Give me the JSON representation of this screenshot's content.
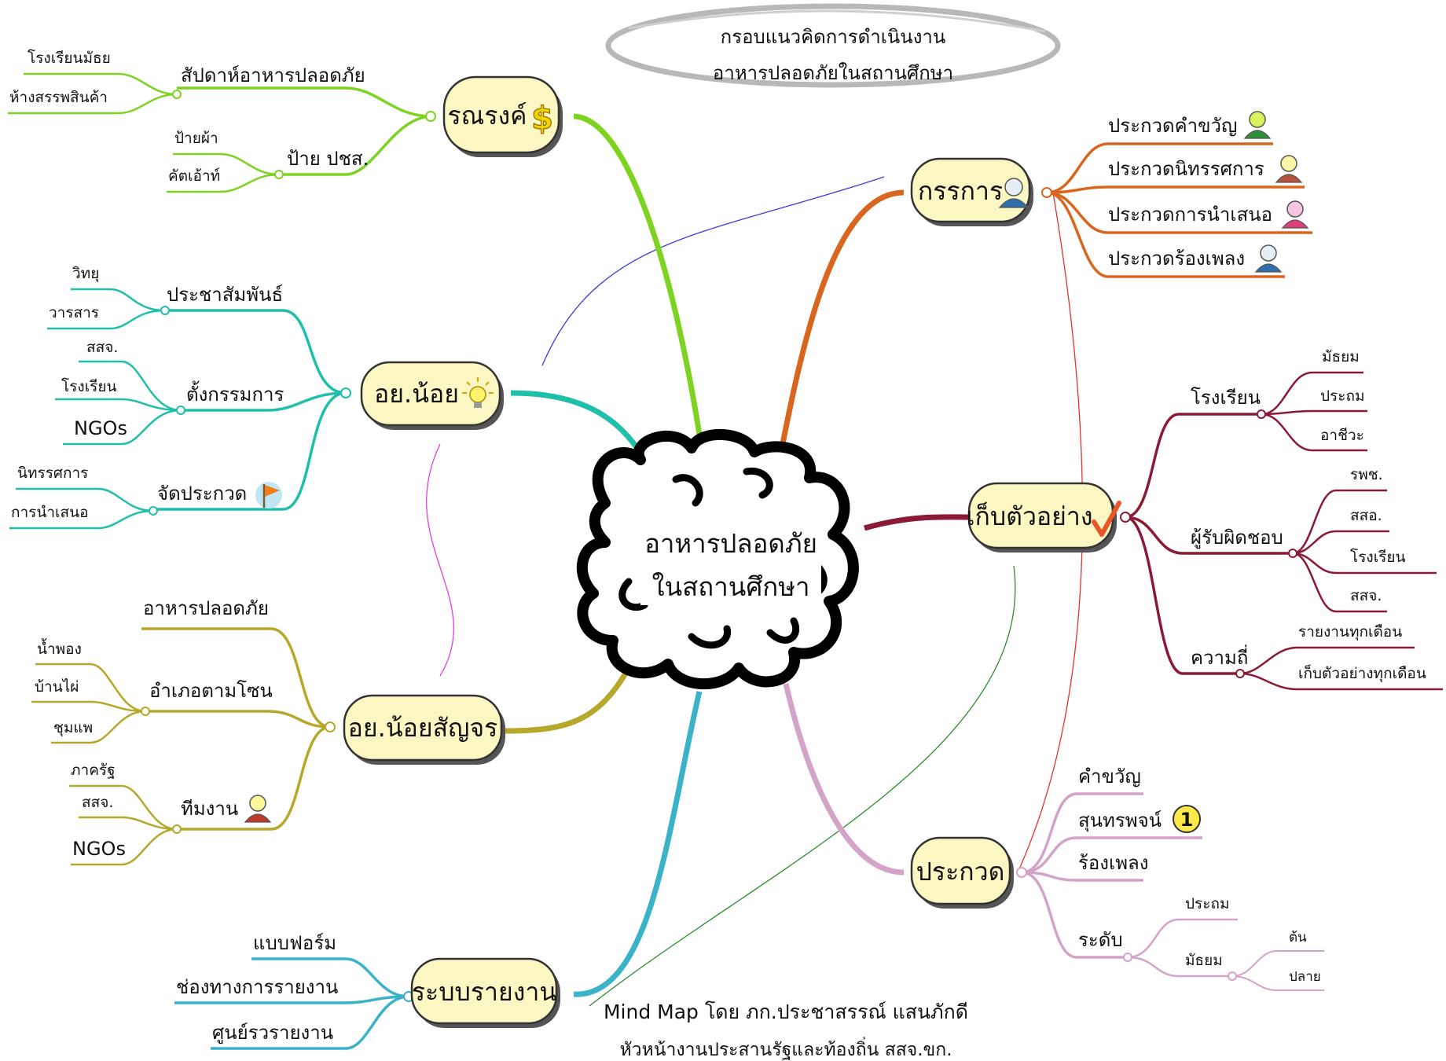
{
  "title": {
    "line1": "กรอบแนวคิดการดำเนินงาน",
    "line2": "อาหารปลอดภัยในสถานศึกษา"
  },
  "center": {
    "line1": "อาหารปลอดภัย",
    "line2": "ในสถานศึกษา"
  },
  "branches": {
    "ronnarong": {
      "label": "รณรงค์",
      "icon": "dollar-icon",
      "color": "#7ed321",
      "subs": [
        {
          "label": "สัปดาห์อาหารปลอดภัย",
          "leaves": [
            "โรงเรียนมัธย",
            "ห้างสรรพสินค้า"
          ]
        },
        {
          "label": "ป้าย ปชส.",
          "leaves": [
            "ป้ายผ้า",
            "คัตเอ้าท์"
          ]
        }
      ]
    },
    "or_noi": {
      "label": "อย.น้อย",
      "icon": "lightbulb-icon",
      "color": "#1fbfaa",
      "subs": [
        {
          "label": "ประชาสัมพันธ์",
          "leaves": [
            "วิทยุ",
            "วารสาร"
          ]
        },
        {
          "label": "ตั้งกรรมการ",
          "leaves": [
            "สสจ.",
            "โรงเรียน",
            "NGOs"
          ]
        },
        {
          "label": "จัดประกวด",
          "icon": "flag-icon",
          "leaves": [
            "นิทรรศการ",
            "การนำเสนอ"
          ]
        }
      ]
    },
    "or_noi_sanjon": {
      "label": "อย.น้อยสัญจร",
      "color": "#b5a82a",
      "subs": [
        {
          "label": "อาหารปลอดภัย",
          "leaves": []
        },
        {
          "label": "อำเภอตามโซน",
          "leaves": [
            "น้ำพอง",
            "บ้านไผ่",
            "ชุมแพ"
          ]
        },
        {
          "label": "ทีมงาน",
          "icon": "person-icon",
          "leaves": [
            "ภาครัฐ",
            "สสจ.",
            "NGOs"
          ]
        }
      ]
    },
    "reporting": {
      "label": "ระบบรายงาน",
      "color": "#3ab3c8",
      "leaves": [
        "แบบฟอร์ม",
        "ช่องทางการรายงาน",
        "ศูนย์รวรายงาน"
      ]
    },
    "committee": {
      "label": "กรรการ",
      "icon": "person-icon",
      "color": "#d9661f",
      "leaves": [
        {
          "label": "ประกวดคำขวัญ",
          "icon": "person-icon"
        },
        {
          "label": "ประกวดนิทรรศการ",
          "icon": "person-icon"
        },
        {
          "label": "ประกวดการนำเสนอ",
          "icon": "person-icon"
        },
        {
          "label": "ประกวดร้องเพลง",
          "icon": "person-icon"
        }
      ]
    },
    "sampling": {
      "label": "เก็บตัวอย่าง",
      "icon": "checkmark-icon",
      "color": "#8b1a34",
      "subs": [
        {
          "label": "โรงเรียน",
          "leaves": [
            "มัธยม",
            "ประถม",
            "อาชีวะ"
          ]
        },
        {
          "label": "ผู้รับผิดชอบ",
          "leaves": [
            "รพช.",
            "สสอ.",
            "โรงเรียน",
            "สสจ."
          ]
        },
        {
          "label": "ความถี่",
          "leaves": [
            "รายงานทุกเดือน",
            "เก็บตัวอย่างทุกเดือน"
          ]
        }
      ]
    },
    "contest": {
      "label": "ประกวด",
      "color": "#d4a3c8",
      "subs": [
        {
          "label": "คำขวัญ"
        },
        {
          "label": "สุนทรพจน์",
          "icon": "number-one-icon",
          "icon_text": "1"
        },
        {
          "label": "ร้องเพลง"
        },
        {
          "label": "ระดับ",
          "leaves": [
            "ประถม",
            "มัธยม"
          ],
          "sub_leaves": [
            "ต้น",
            "ปลาย"
          ]
        }
      ]
    }
  },
  "footer": {
    "line1": "Mind Map โดย ภก.ประชาสรรณ์ แสนภักดี",
    "line2": "หัวหน้างานประสานรัฐและท้องถิ่น สสจ.ขก."
  }
}
